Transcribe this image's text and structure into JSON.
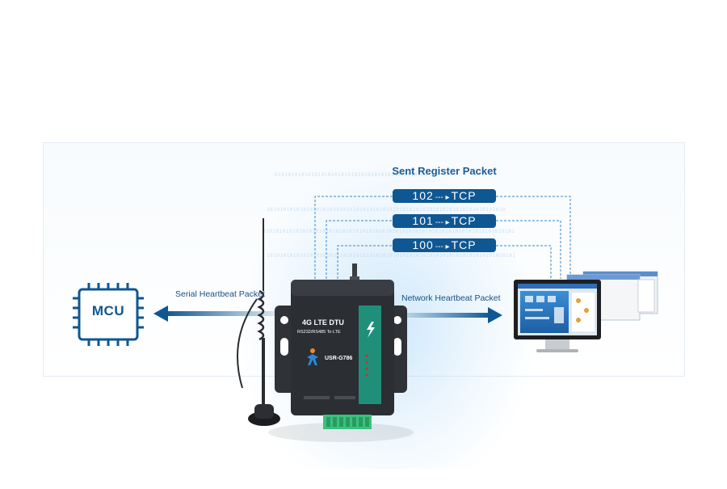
{
  "labels": {
    "sent_register": "Sent Register Packet",
    "serial_heartbeat": "Serial Heartbeat Packet",
    "network_heartbeat": "Network Heartbeat Packet",
    "mcu": "MCU"
  },
  "packets": [
    {
      "id": "102",
      "arrow": "--- ▸",
      "proto": "TCP"
    },
    {
      "id": "101",
      "arrow": "--- ▸",
      "proto": "TCP"
    },
    {
      "id": "100",
      "arrow": "--- ▸",
      "proto": "TCP"
    }
  ],
  "device": {
    "title": "4G LTE DTU",
    "subtitle": "RS232/RS485 To LTE",
    "model": "USR-G786"
  },
  "colors": {
    "accent": "#0f5792",
    "label": "#1b5d96",
    "device_body": "#2b2e33",
    "device_stripe": "#1f8f7a",
    "terminal": "#39c27c"
  }
}
